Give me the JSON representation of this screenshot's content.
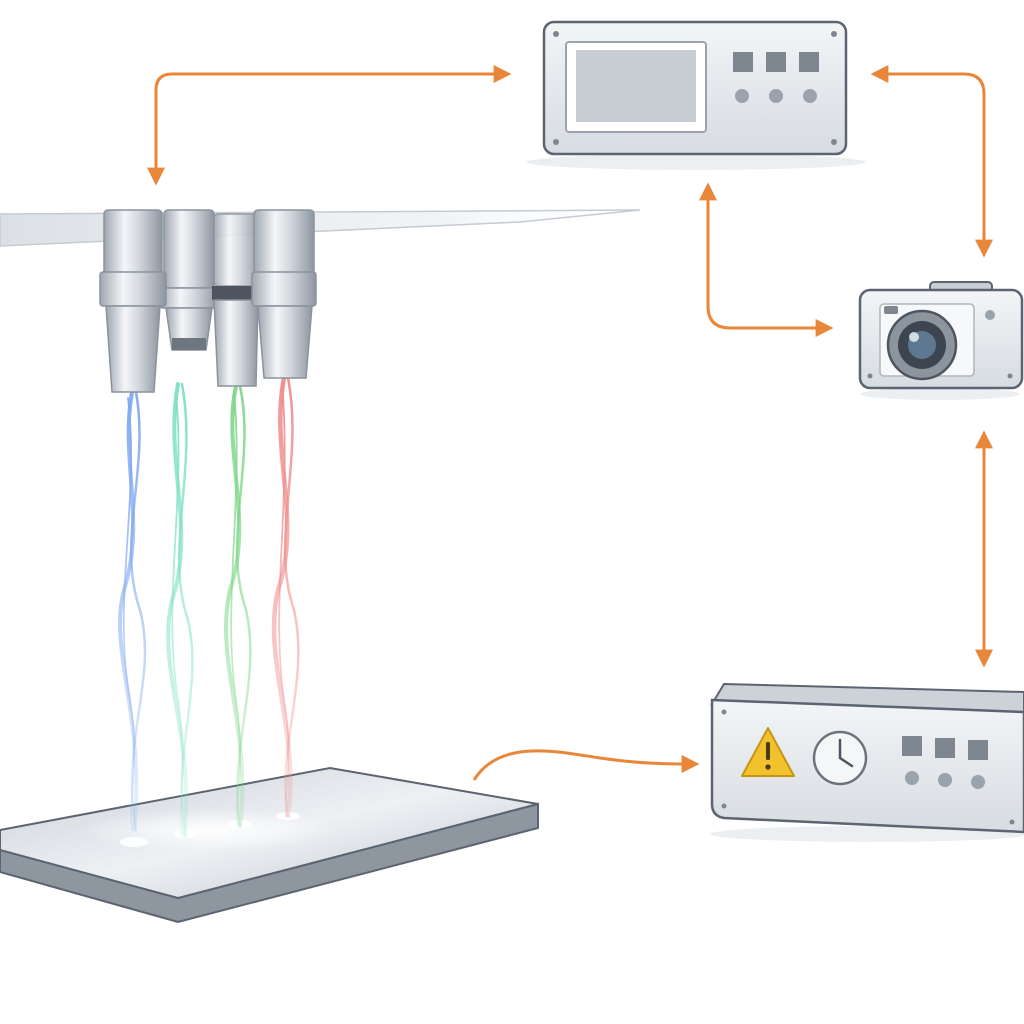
{
  "colors": {
    "arrow": "#E8873A",
    "device_body": "#E6E9ED",
    "device_outline": "#5B6470",
    "screen": "#C9CED4",
    "warning": "#F2C12E",
    "beam_blue": "#7FA8F0",
    "beam_cyan": "#7DE0C4",
    "beam_green": "#7ED68A",
    "beam_red": "#F08C8C"
  },
  "diagram": {
    "nodes": [
      {
        "id": "controller-monitor",
        "icon": "monitor-panel-icon"
      },
      {
        "id": "camera",
        "icon": "camera-icon"
      },
      {
        "id": "alarm-timer-unit",
        "icons": [
          "warning-icon",
          "clock-icon"
        ]
      },
      {
        "id": "nozzle-array",
        "icon": "nozzle-icon",
        "nozzle_count": 4,
        "beam_colors": [
          "blue",
          "cyan",
          "green",
          "red"
        ]
      },
      {
        "id": "build-plate",
        "icon": "plate-icon"
      }
    ],
    "edges": [
      {
        "from": "controller-monitor",
        "to": "nozzle-array",
        "bidirectional": true
      },
      {
        "from": "controller-monitor",
        "to": "camera",
        "bidirectional": true
      },
      {
        "from": "camera",
        "to": "alarm-timer-unit",
        "bidirectional": true
      },
      {
        "from": "build-plate",
        "to": "alarm-timer-unit",
        "bidirectional": false
      }
    ]
  }
}
